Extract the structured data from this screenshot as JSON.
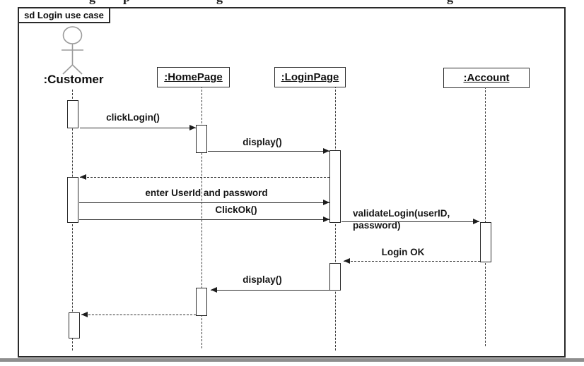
{
  "page": {
    "cropped_caption_fragments": [
      "g",
      "p",
      "g",
      "g"
    ]
  },
  "diagram": {
    "frame_label": "sd Login use case",
    "actor": {
      "name": ":Customer"
    },
    "lifelines": [
      {
        "id": "homepage",
        "label": ":HomePage"
      },
      {
        "id": "loginpage",
        "label": ":LoginPage"
      },
      {
        "id": "account",
        "label": ":Account"
      }
    ],
    "messages": [
      {
        "label": "clickLogin()",
        "type": "sync",
        "from": ":Customer",
        "to": ":HomePage"
      },
      {
        "label": "display()",
        "type": "sync",
        "from": ":HomePage",
        "to": ":LoginPage"
      },
      {
        "label": "",
        "type": "return",
        "from": ":LoginPage",
        "to": ":Customer"
      },
      {
        "label": "enter UserId and password",
        "type": "sync",
        "from": ":Customer",
        "to": ":LoginPage"
      },
      {
        "label": "ClickOk()",
        "type": "sync",
        "from": ":Customer",
        "to": ":LoginPage"
      },
      {
        "label": "validateLogin(userID,\npassword)",
        "type": "sync",
        "from": ":LoginPage",
        "to": ":Account"
      },
      {
        "label": "Login OK",
        "type": "return",
        "from": ":Account",
        "to": ":LoginPage"
      },
      {
        "label": "display()",
        "type": "sync",
        "from": ":LoginPage",
        "to": ":HomePage"
      },
      {
        "label": "",
        "type": "return",
        "from": ":HomePage",
        "to": ":Customer"
      }
    ],
    "colors": {
      "stroke": "#2b2b2b",
      "actor_stroke": "#9b9b9b",
      "bottom_rule": "#8e8e8e"
    }
  }
}
